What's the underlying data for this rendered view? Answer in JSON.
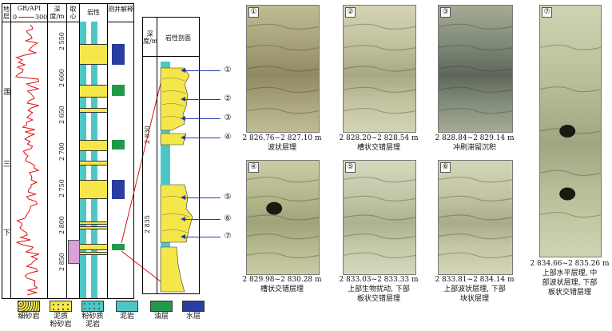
{
  "log": {
    "headers": {
      "stratum": "地层",
      "gr": "GR/API",
      "gr_min": "0",
      "gr_max": "300",
      "depth": "深度/m",
      "core": "取心",
      "lithology": "岩性",
      "interpretation": "测井解释"
    },
    "formation_chars": [
      "涠",
      "三",
      "下"
    ],
    "depth_ticks": [
      "2 550",
      "2 600",
      "2 650",
      "2 700",
      "2 750",
      "2 800",
      "2 850"
    ]
  },
  "section": {
    "headers": {
      "depth": "深度/m",
      "profile": "岩性剖面"
    },
    "depth_ticks": [
      "2 830",
      "2 835"
    ],
    "markers": [
      "①",
      "②",
      "③",
      "④",
      "⑤",
      "⑥",
      "⑦"
    ]
  },
  "photos": [
    {
      "num": "①",
      "caption": [
        "2 826.76~2 827.10 m",
        "波状层理"
      ]
    },
    {
      "num": "②",
      "caption": [
        "2 828.20~2 828.54 m",
        "槽状交错层理"
      ]
    },
    {
      "num": "③",
      "caption": [
        "2 828.84~2 829.14 m",
        "冲刷滞留沉积"
      ]
    },
    {
      "num": "④",
      "caption": [
        "2 829.98~2 830.28 m",
        "槽状交错层理"
      ]
    },
    {
      "num": "⑤",
      "caption": [
        "2 833.03~2 833.33 m",
        "上部生物扰动, 下部",
        "板状交错层理"
      ]
    },
    {
      "num": "⑥",
      "caption": [
        "2 833.81~2 834.14 m",
        "上部波状层理, 下部",
        "块状层理"
      ]
    },
    {
      "num": "⑦",
      "caption": [
        "2 834.66~2 835.26 m",
        "上部水平层理, 中",
        "部波状层理, 下部",
        "板状交错层理"
      ]
    }
  ],
  "legend": [
    {
      "label": [
        "细砂岩"
      ],
      "kind": "fine"
    },
    {
      "label": [
        "泥质",
        "粉砂岩"
      ],
      "kind": "silt"
    },
    {
      "label": [
        "粉砂质",
        "泥岩"
      ],
      "kind": "siltmud"
    },
    {
      "label": [
        "泥岩"
      ],
      "kind": "mud"
    },
    {
      "label": [
        "油层"
      ],
      "kind": "oil"
    },
    {
      "label": [
        "水层"
      ],
      "kind": "water"
    }
  ],
  "colors": {
    "sand": "#f5e64a",
    "mud": "#4fc6c6",
    "oil": "#1f9a4a",
    "water": "#2a3da0",
    "gr_curve": "#e01010",
    "arrow": "#2a3aa8",
    "core_link": "#e01010"
  }
}
